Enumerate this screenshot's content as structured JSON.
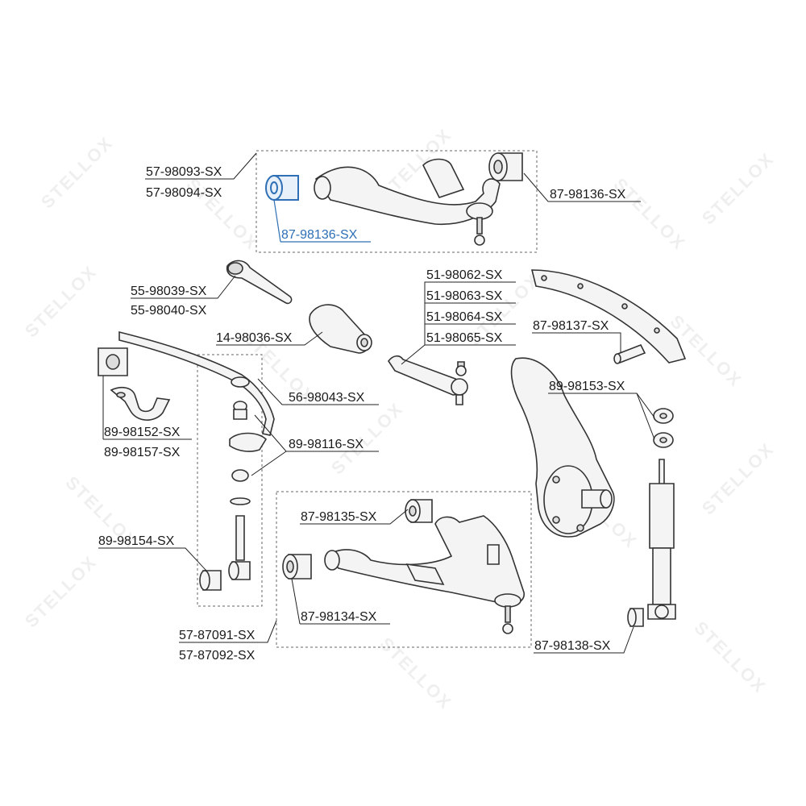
{
  "watermark": {
    "text": "STELLOX"
  },
  "labels": {
    "p57_98093": "57-98093-SX",
    "p57_98094": "57-98094-SX",
    "p87_98136_top": "87-98136-SX",
    "p87_98136_hl": "87-98136-SX",
    "p55_98039": "55-98039-SX",
    "p55_98040": "55-98040-SX",
    "p14_98036": "14-98036-SX",
    "p51_98062": "51-98062-SX",
    "p51_98063": "51-98063-SX",
    "p51_98064": "51-98064-SX",
    "p51_98065": "51-98065-SX",
    "p87_98137": "87-98137-SX",
    "p56_98043": "56-98043-SX",
    "p89_98153": "89-98153-SX",
    "p89_98152": "89-98152-SX",
    "p89_98157": "89-98157-SX",
    "p89_98116": "89-98116-SX",
    "p87_98135": "87-98135-SX",
    "p89_98154": "89-98154-SX",
    "p87_98134": "87-98134-SX",
    "p57_87091": "57-87091-SX",
    "p57_87092": "57-87092-SX",
    "p87_98138": "87-98138-SX"
  },
  "colors": {
    "highlight": "#2e6fb5",
    "line": "#222222",
    "box": "#666666"
  },
  "highlighted_part": "87-98136-SX"
}
